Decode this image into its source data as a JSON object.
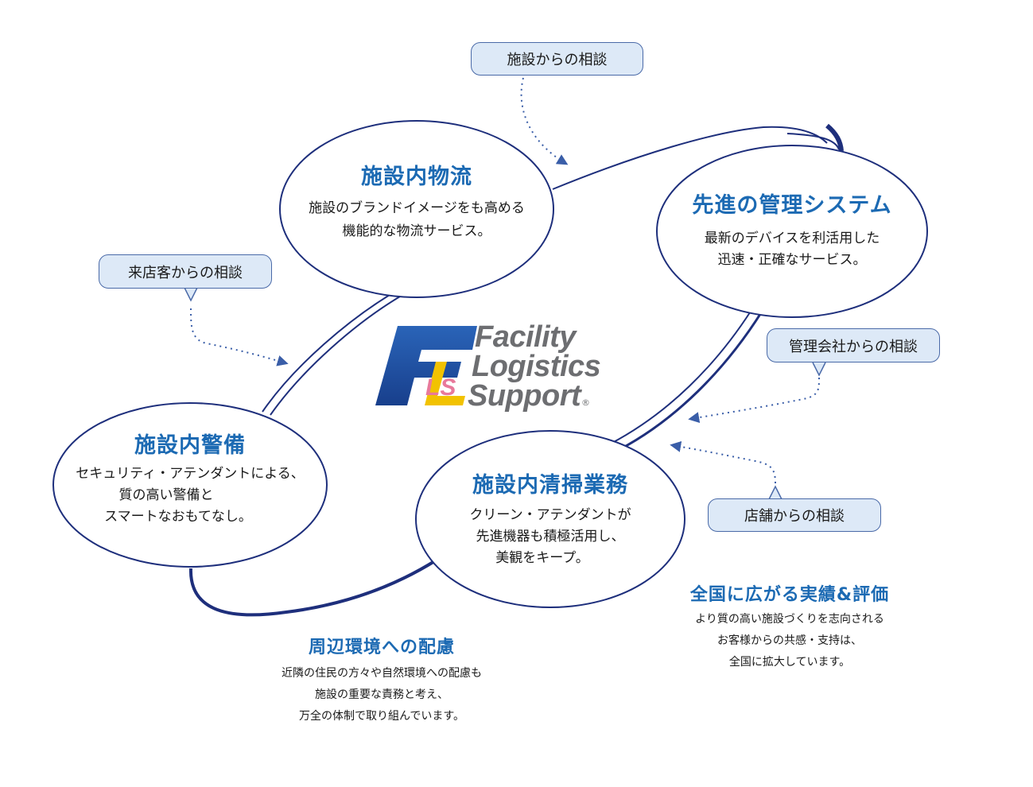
{
  "logo": {
    "mark": "FLS",
    "line1": "Facility",
    "line2": "Logistics",
    "line3": "Support",
    "registered": "®"
  },
  "nodes": {
    "butsuryu": {
      "title": "施設内物流",
      "line1": "施設のブランドイメージをも高める",
      "line2": "機能的な物流サービス。"
    },
    "kanri": {
      "title": "先進の管理システム",
      "line1": "最新のデバイスを利活用した",
      "line2": "迅速・正確なサービス。"
    },
    "keibi": {
      "title": "施設内警備",
      "line1": "セキュリティ・アテンダントによる、",
      "line2": "質の高い警備と",
      "line3": "スマートなおもてなし。"
    },
    "seiso": {
      "title": "施設内清掃業務",
      "line1": "クリーン・アテンダントが",
      "line2": "先進機器も積極活用し、",
      "line3": "美観をキープ。"
    }
  },
  "consults": {
    "shisetsu": "施設からの相談",
    "raitenkyaku": "来店客からの相談",
    "kanrigaisha": "管理会社からの相談",
    "tenpo": "店舗からの相談"
  },
  "notes": {
    "zenkoku": {
      "title": "全国に広がる実績&評価",
      "line1": "より質の高い施設づくりを志向される",
      "line2": "お客様からの共感・支持は、",
      "line3": "全国に拡大しています。"
    },
    "shuhen": {
      "title": "周辺環境への配慮",
      "line1": "近隣の住民の方々や自然環境への配慮も",
      "line2": "施設の重要な責務と考え、",
      "line3": "万全の体制で取り組んでいます。"
    }
  },
  "colors": {
    "navy": "#1e2f7c",
    "accent": "#1c6ab3",
    "bubble_fill": "#dde9f7",
    "logo_blue": "#1f5fb0",
    "logo_pink": "#e8799b",
    "logo_yellow": "#f2c200",
    "logo_gray": "#6d6e71"
  }
}
